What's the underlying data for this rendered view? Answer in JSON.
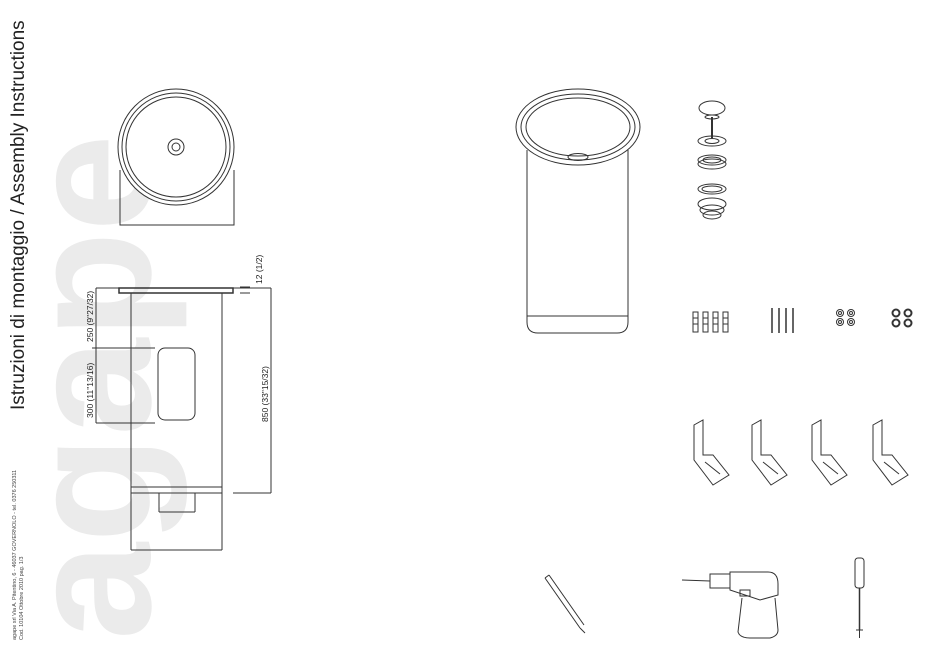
{
  "brand": {
    "logo": "agape",
    "logo_color": "#ebebeb"
  },
  "title": "Istruzioni di montaggio / Assembly Instructions",
  "footer": {
    "address": "agape srl Via A. Pitentino, 6 - 46037 GOVERNOLO - tel. 0376 250311",
    "code": "Cod. 10104 Ottobre 2010 pag. 1/3"
  },
  "dimensions": {
    "rim": "12 (1/2)",
    "upper": "250 (9\"27/32)",
    "opening": "300 (11\"13/16)",
    "total": "850 (33\"15/32)"
  },
  "parts": [
    "washbasin",
    "drain-kit",
    "wall-plugs",
    "screws",
    "washers",
    "toothed-washers",
    "mounting-brackets"
  ],
  "tools": [
    "pencil",
    "drill",
    "screwdriver"
  ],
  "colors": {
    "line": "#333333",
    "accent": "#000000"
  }
}
